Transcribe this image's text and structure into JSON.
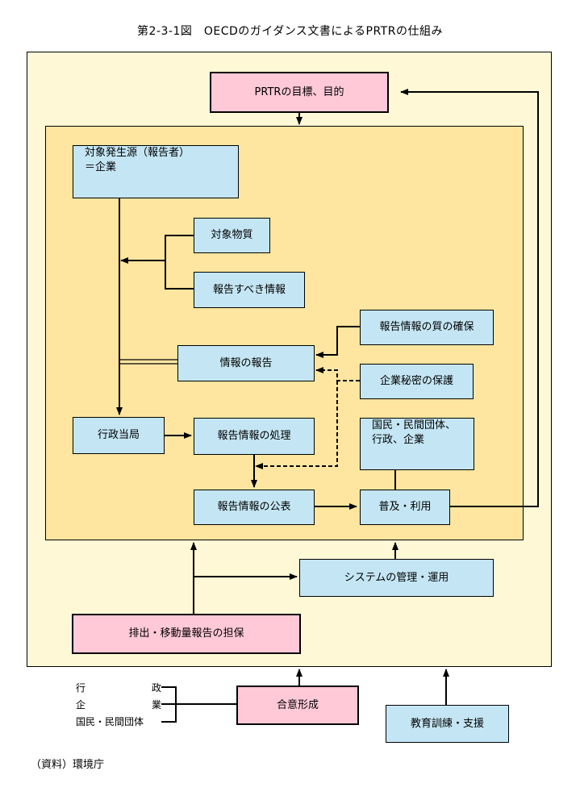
{
  "title": "第2-3-1図　OECDのガイダンス文書によるPRTRの仕組み",
  "boxes": {
    "prtr_goal": "PRTRの目標、目的",
    "source_line1": "対象発生源（報告者）",
    "source_line2": "＝企業",
    "target_substances": "対象物質",
    "info_to_report": "報告すべき情報",
    "quality_assurance": "報告情報の質の確保",
    "info_report": "情報の報告",
    "confidentiality": "企業秘密の保護",
    "administration": "行政当局",
    "processing": "報告情報の処理",
    "stakeholders_line1": "国民・民間団体、",
    "stakeholders_line2": "行政、企業",
    "publication": "報告情報の公表",
    "dissemination": "普及・利用",
    "system_management": "システムの管理・運用",
    "emission_assurance": "排出・移動量報告の担保",
    "consensus": "合意形成",
    "education": "教育訓練・支援"
  },
  "participants": {
    "gov_a": "行",
    "gov_b": "政",
    "biz_a": "企",
    "biz_b": "業",
    "citizens": "国民・民間団体"
  },
  "source": "（資料）環境庁"
}
